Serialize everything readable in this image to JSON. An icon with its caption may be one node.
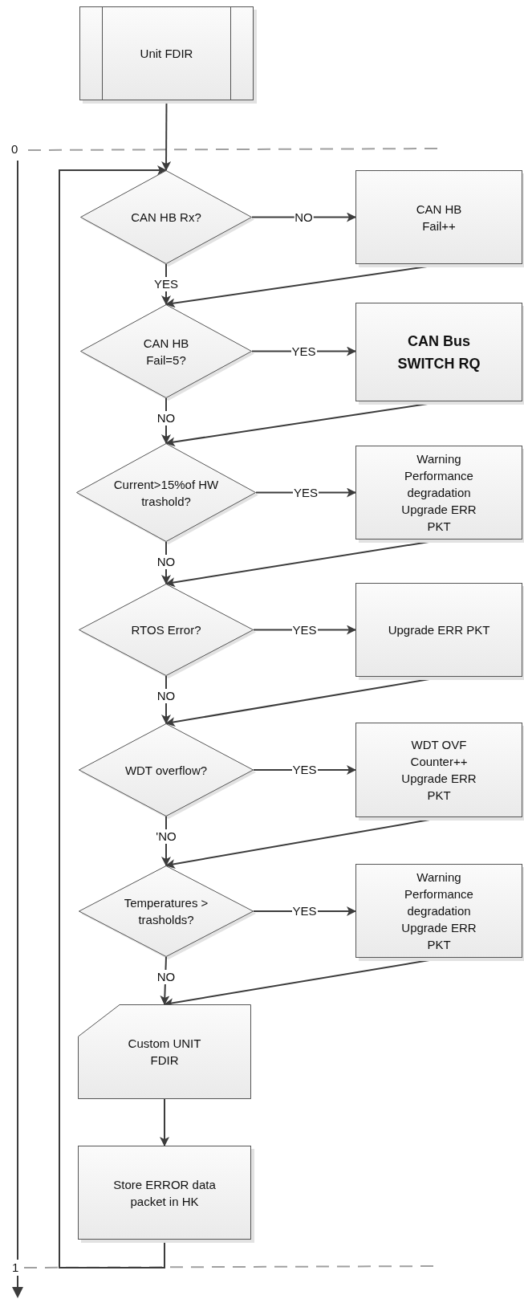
{
  "diagram": {
    "nodes": [
      {
        "text": [
          "Unit FDIR"
        ]
      },
      {
        "text": [
          "CAN HB Rx?"
        ]
      },
      {
        "text": [
          "CAN HB Fail++"
        ]
      },
      {
        "text": [
          "CAN HB Fail=5?"
        ]
      },
      {
        "text": [
          "CAN Bus SWITCH RQ"
        ]
      },
      {
        "text": [
          "Current>15%of HW trashold?"
        ]
      },
      {
        "text": [
          "Warning",
          "Performance degradation",
          "Upgrade ERR PKT"
        ]
      },
      {
        "text": [
          "RTOS Error?"
        ]
      },
      {
        "text": [
          "Upgrade ERR PKT"
        ]
      },
      {
        "text": [
          "WDT overflow?"
        ]
      },
      {
        "text": [
          "WDT OVF Counter++",
          "Upgrade ERR PKT"
        ]
      },
      {
        "text": [
          "Temperatures > trasholds?"
        ]
      },
      {
        "text": [
          "Warning",
          "Performance degradation",
          "Upgrade ERR PKT"
        ]
      },
      {
        "text": [
          "Custom UNIT FDIR"
        ]
      },
      {
        "text": [
          "Store ERROR data packet in HK"
        ]
      }
    ],
    "edges": [
      {
        "from": 0,
        "to": 1,
        "arrow": "to"
      },
      {
        "from": 1,
        "to": 2,
        "arrow": "to",
        "label": "NO"
      },
      {
        "from": 1,
        "to": 3,
        "arrow": "to",
        "label": "YES"
      },
      {
        "from": 2,
        "to": 3,
        "arrow": "to"
      },
      {
        "from": 3,
        "to": 4,
        "arrow": "to",
        "label": "YES"
      },
      {
        "from": 3,
        "to": 5,
        "arrow": "to",
        "label": "NO"
      },
      {
        "from": 4,
        "to": 5,
        "arrow": "to"
      },
      {
        "from": 5,
        "to": 6,
        "arrow": "to",
        "label": "YES"
      },
      {
        "from": 5,
        "to": 7,
        "arrow": "to",
        "label": "NO"
      },
      {
        "from": 6,
        "to": 7,
        "arrow": "to"
      },
      {
        "from": 7,
        "to": 8,
        "arrow": "to",
        "label": "YES"
      },
      {
        "from": 7,
        "to": 9,
        "arrow": "to",
        "label": "NO"
      },
      {
        "from": 8,
        "to": 9,
        "arrow": "to"
      },
      {
        "from": 9,
        "to": 10,
        "arrow": "to",
        "label": "YES"
      },
      {
        "from": 9,
        "to": 11,
        "arrow": "to",
        "label": "'NO"
      },
      {
        "from": 10,
        "to": 11,
        "arrow": "to"
      },
      {
        "from": 11,
        "to": 12,
        "arrow": "to",
        "label": "YES"
      },
      {
        "from": 11,
        "to": 13,
        "arrow": "to",
        "label": "NO"
      },
      {
        "from": 12,
        "to": 13,
        "arrow": "to"
      },
      {
        "from": 13,
        "to": 14,
        "arrow": "to"
      },
      {
        "from": 14,
        "to": 1,
        "arrow": "to"
      }
    ],
    "labels": [
      "0",
      "1"
    ]
  }
}
